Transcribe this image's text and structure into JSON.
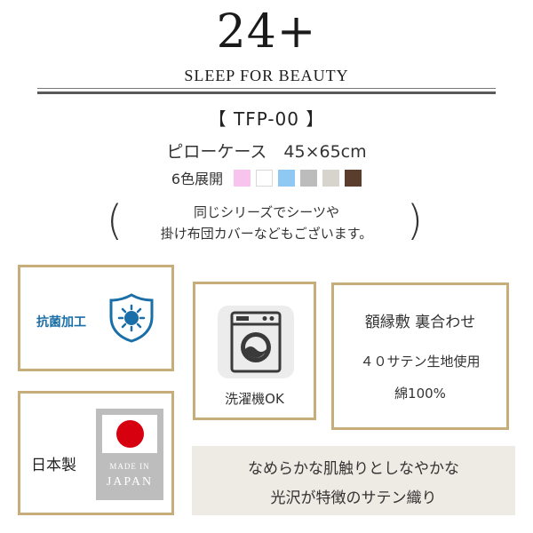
{
  "brand": {
    "logo": "24+",
    "tagline": "SLEEP FOR BEAUTY"
  },
  "product": {
    "model": "【 TFP-00 】",
    "spec": "ピローケース　45×65cm",
    "colors_label": "6色展開",
    "colors": [
      "#f8c4ee",
      "#ffffff",
      "#8fc8f2",
      "#bcbcbc",
      "#d7d4cd",
      "#5b3d2e"
    ]
  },
  "note": {
    "open_paren": "(",
    "close_paren": ")",
    "line1": "同じシリーズでシーツや",
    "line2": "掛け布団カバーなどもございます。"
  },
  "features": {
    "antibacterial": {
      "label": "抗菌加工",
      "icon": "antibacterial-shield-icon",
      "color": "#1a6fa8"
    },
    "washable": {
      "label": "洗濯機OK",
      "icon": "washing-machine-icon"
    },
    "fabric": {
      "line1": "額縁敷 裏合わせ",
      "line2": "４０サテン生地使用",
      "line3": "綿100%"
    },
    "origin": {
      "label": "日本製",
      "badge_top": "MADE IN",
      "badge_country": "JAPAN",
      "icon": "japan-flag-icon"
    }
  },
  "description": {
    "line1": "なめらかな肌触りとしなやかな",
    "line2": "光沢が特徴のサテン織り"
  },
  "accent_color": "#c7ad7a"
}
